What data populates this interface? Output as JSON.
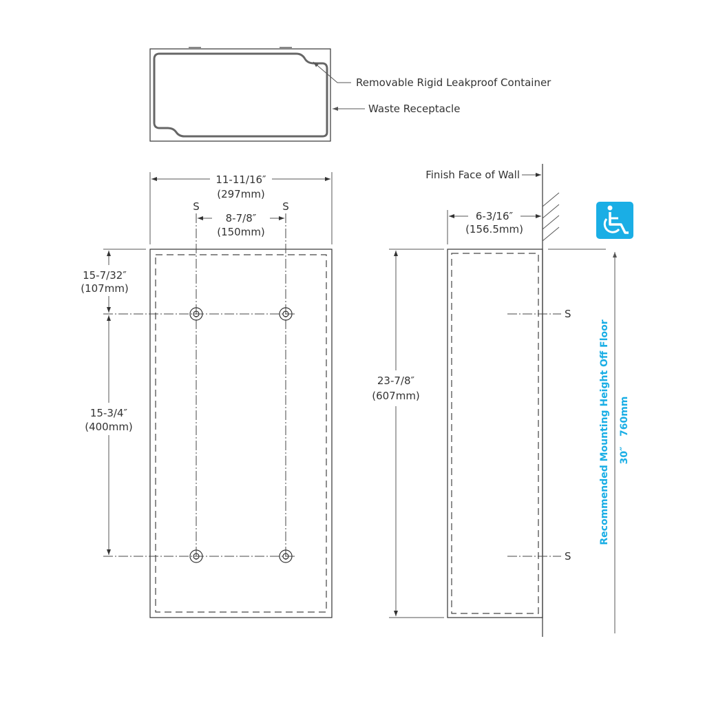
{
  "top_view": {
    "labels": {
      "container": "Removable Rigid Leakproof Container",
      "receptacle": "Waste Receptacle"
    }
  },
  "front_view": {
    "width_in": "11-11/16″",
    "width_mm": "(297mm)",
    "stud_mark": "S",
    "stud_spacing_in": "8-7/8″",
    "stud_spacing_mm": "(150mm)",
    "top_offset_in": "15-7/32″",
    "top_offset_mm": "(107mm)",
    "hole_spacing_in": "15-3/4″",
    "hole_spacing_mm": "(400mm)"
  },
  "side_view": {
    "wall_label": "Finish Face of Wall",
    "depth_in": "6-3/16″",
    "depth_mm": "(156.5mm)",
    "height_in": "23-7/8″",
    "height_mm": "(607mm)",
    "stud_mark": "S",
    "mounting_label": "Recommended Mounting Height Off Floor",
    "mounting_value": "30″   760mm",
    "accessibility_icon": "wheelchair-icon",
    "accent_color": "#1aaee5"
  }
}
